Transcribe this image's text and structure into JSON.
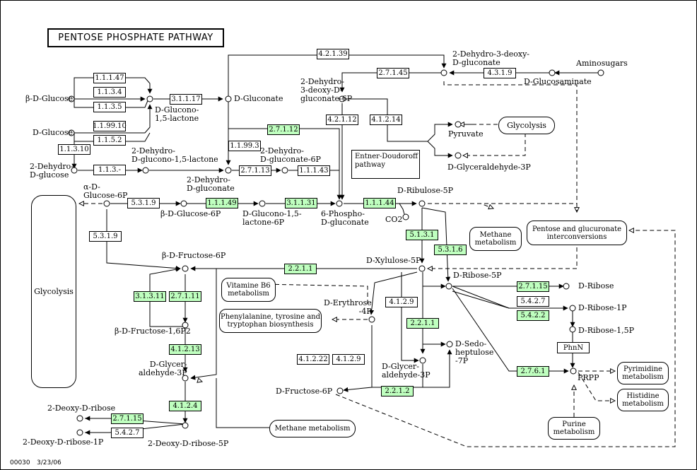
{
  "title": "PENTOSE PHOSPHATE PATHWAY",
  "footer": {
    "map_id": "00030",
    "date": "3/23/06"
  },
  "enzymes": {
    "e_1_1_1_47": "1.1.1.47",
    "e_1_1_3_4": "1.1.3.4",
    "e_1_1_3_5": "1.1.3.5",
    "e_1_1_99_10": "1.1.99.10",
    "e_1_1_5_2": "1.1.5.2",
    "e_1_1_3_10": "1.1.3.10",
    "e_1_1_3_dash": "1.1.3.-",
    "e_3_1_1_17": "3.1.1.17",
    "e_4_2_1_39": "4.2.1.39",
    "e_2_7_1_45": "2.7.1.45",
    "e_4_3_1_9": "4.3.1.9",
    "e_2_7_1_12": "2.7.1.12",
    "e_4_2_1_12": "4.2.1.12",
    "e_4_1_2_14": "4.1.2.14",
    "e_1_1_99_3": "1.1.99.3",
    "e_2_7_1_13": "2.7.1.13",
    "e_1_1_1_43": "1.1.1.43",
    "e_5_3_1_9_a": "5.3.1.9",
    "e_1_1_1_49": "1.1.1.49",
    "e_3_1_1_31": "3.1.1.31",
    "e_1_1_1_44": "1.1.1.44",
    "e_5_3_1_9_b": "5.3.1.9",
    "e_5_1_3_1": "5.1.3.1",
    "e_5_3_1_6": "5.3.1.6",
    "e_2_2_1_1_a": "2.2.1.1",
    "e_3_1_3_11": "3.1.3.11",
    "e_2_7_1_11": "2.7.1.11",
    "e_4_1_2_9_a": "4.1.2.9",
    "e_2_2_1_1_b": "2.2.1.1",
    "e_2_7_1_15_a": "2.7.1.15",
    "e_5_4_2_7_a": "5.4.2.7",
    "e_5_4_2_2": "5.4.2.2",
    "e_4_1_2_13": "4.1.2.13",
    "e_4_1_2_22": "4.1.2.22",
    "e_4_1_2_9_b": "4.1.2.9",
    "e_2_2_1_2": "2.2.1.2",
    "e_2_7_6_1": "2.7.6.1",
    "e_4_1_2_4": "4.1.2.4",
    "e_2_7_1_15_b": "2.7.1.15",
    "e_5_4_2_7_b": "5.4.2.7",
    "phnn": "PhnN"
  },
  "compounds": {
    "b_d_glucose": "β-D-Glucose",
    "d_glucose": "D-Glucose",
    "dehydro_d_glucose": "2-Dehydro-\nD-glucose",
    "d_glucono_lactone": "D-Glucono-\n1,5-lactone",
    "d_gluconate": "D-Gluconate",
    "dehydro_deoxy_gluconate": "2-Dehydro-3-deoxy-\nD-gluconate",
    "d_glucosaminate": "D-Glucosaminate",
    "aminosugars": "Aminosugars",
    "dehydro_deoxy_gluconate_6p": "2-Dehydro-\n3-deoxy-D-\ngluconate-6P",
    "pyruvate": "Pyruvate",
    "d_glyceraldehyde_3p": "D-Glyceraldehyde-3P",
    "dehydro_glucono_lactone": "2-Dehydro-\nD-glucono-1,5-lactone",
    "dehydro_gluconate": "2-Dehydro-\nD-gluconate",
    "dehydro_gluconate_6p": "2-Dehydro-\nD-gluconate-6P",
    "a_d_glucose_6p": "α-D-\nGlucose-6P",
    "b_d_glucose_6p": "β-D-Glucose-6P",
    "d_glucono_lactone_6p": "D-Glucono-1,5-\nlactone-6P",
    "phospho_gluconate": "6-Phospho-\nD-gluconate",
    "d_ribulose_5p": "D-Ribulose-5P",
    "co2": "CO2",
    "b_d_fructose_6p": "β-D-Fructose-6P",
    "d_xylulose_5p": "D-Xylulose-5P",
    "d_ribose_5p": "D-Ribose-5P",
    "d_ribose": "D-Ribose",
    "d_ribose_1p": "D-Ribose-1P",
    "d_ribose_15p": "D-Ribose-1,5P",
    "b_d_fructose_16p2": "β-D-Fructose-1,6P2",
    "d_erythrose_4p": "D-Erythrose\n-4P",
    "d_sedoheptulose_7p": "D-Sedo-\nheptulose\n-7P",
    "d_glyceraldehyde_3p_left": "D-Glycer-\naldehyde-3P",
    "d_glyceraldehyde_3p_mid": "D-Glycer-\naldehyde-3P",
    "d_fructose_6p": "D-Fructose-6P",
    "prpp": "PRPP",
    "deoxy_d_ribose": "2-Deoxy-D-ribose",
    "deoxy_d_ribose_1p": "2-Deoxy-D-ribose-1P",
    "deoxy_d_ribose_5p": "2-Deoxy-D-ribose-5P"
  },
  "pathways": {
    "glycolysis_top": "Glycolysis",
    "glycolysis_left": "Glycolysis",
    "methane_right": "Methane\nmetabolism",
    "pentose_glucuronate": "Pentose and glucuronate\ninterconversions",
    "vitamin_b6": "Vitamine B6\nmetabolism",
    "phe_tyr_trp": "Phenylalanine, tyrosine and\ntryptophan biosynthesis",
    "pyrimidine": "Pyrimidine\nmetabolism",
    "histidine": "Histidine\nmetabolism",
    "purine": "Purine\nmetabolism",
    "methane_bottom": "Methane metabolism"
  },
  "notes": {
    "entner_doudoroff": "Entner-Doudoroff\npathway"
  },
  "colors": {
    "highlight_enzyme": "#bfffbf",
    "line": "#000000",
    "background": "#ffffff"
  }
}
